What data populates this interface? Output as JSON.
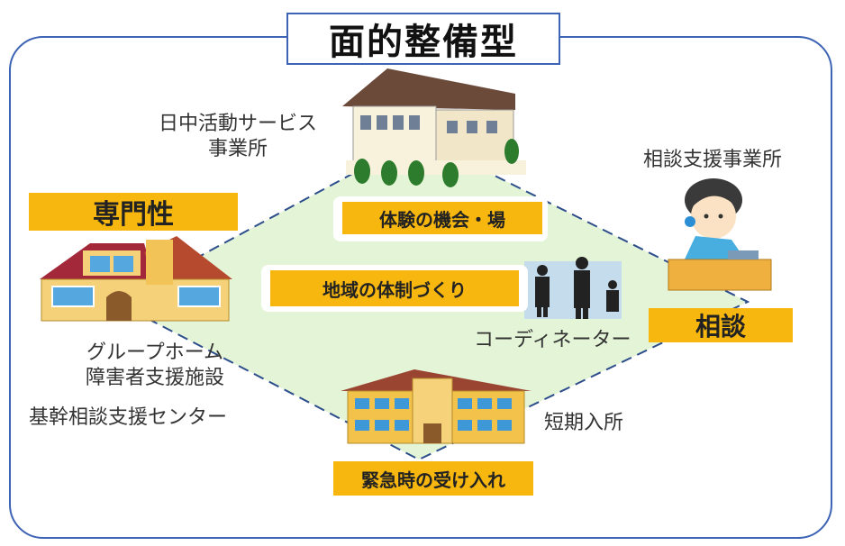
{
  "title": "面的整備型",
  "labels": {
    "day_activity": [
      "日中活動サービス",
      "事業所"
    ],
    "consult_office": "相談支援事業所",
    "group_home": [
      "グループホーム",
      "障害者支援施設"
    ],
    "kikan_center": "基幹相談支援センター",
    "coordinator": "コーディネーター",
    "short_stay": "短期入所"
  },
  "tags": {
    "expertise": "専門性",
    "consult": "相談",
    "experience": "体験の機会・場",
    "community": "地域の体制づくり",
    "emergency": "緊急時の受け入れ"
  },
  "colors": {
    "accent_blue": "#3d63b4",
    "tag_gold": "#f7b70f",
    "diamond_fill": "#e4f4d6"
  }
}
